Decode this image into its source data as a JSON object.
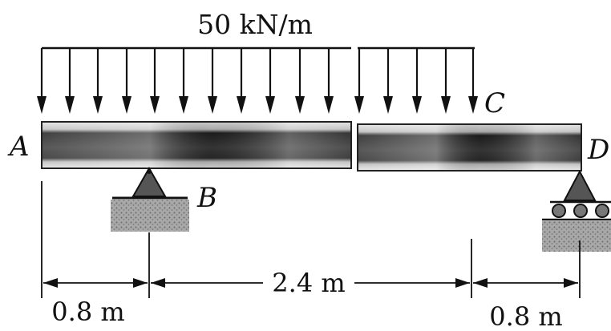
{
  "load": {
    "label": "50 kN/m"
  },
  "points": {
    "a": "A",
    "b": "B",
    "c": "C",
    "d": "D"
  },
  "dimensions": {
    "left_overhang": "0.8 m",
    "span": "2.4 m",
    "right_overhang": "0.8 m"
  },
  "colors": {
    "ink": "#111111",
    "beam_dark": "#2a2a2a",
    "beam_light": "#d8d8d8",
    "ground_fill": "#9a9a9a"
  },
  "icons": {
    "pin_support": "triangle-pin-icon",
    "roller_support": "triangle-roller-icon"
  }
}
